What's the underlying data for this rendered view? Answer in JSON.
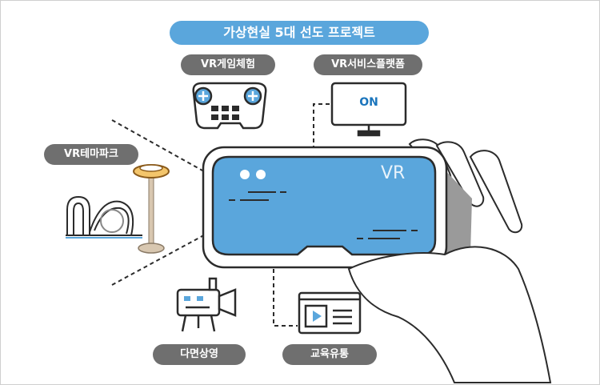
{
  "title": "가상현실 5대 선도 프로젝트",
  "labels": {
    "vr_game": "VR게임체험",
    "vr_platform": "VR서비스플랫폼",
    "vr_theme_park": "VR테마파크",
    "multi_screen": "다면상영",
    "edu_distribution": "교육유통"
  },
  "monitor_text": "ON",
  "headset_text": "VR",
  "colors": {
    "accent_blue": "#5aa6dc",
    "label_gray": "#6f6f6f",
    "outline": "#2b2b2b"
  }
}
